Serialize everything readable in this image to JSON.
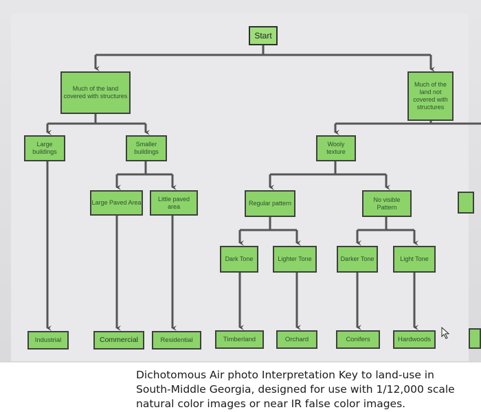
{
  "nodes": {
    "start": "Start",
    "much_covered": "Much of the land covered with structures",
    "much_not_covered": "Much of the land not covered with structures",
    "large_buildings": "Large buildings",
    "smaller_buildings": "Smaller buildings",
    "wooly_texture": "Wooly texture",
    "large_paved_area": "Large Paved Area",
    "little_paved_area": "Little paved area",
    "regular_pattern": "Regular pattern",
    "no_visible_pattern": "No visible Pattern",
    "dark_tone": "Dark Tone",
    "lighter_tone": "Lighter Tone",
    "darker_tone": "Darker Tone",
    "light_tone": "Light Tone",
    "industrial": "Industrial",
    "commercial": "Commercial",
    "residential": "Residential",
    "timberland": "Timberland",
    "orchard": "Orchard",
    "conifers": "Conifers",
    "hardwoods": "Hardwoods"
  },
  "caption": "Dichotomous Air photo Interpretation Key to land-use in South-Middle Georgia, designed for use with 1/12,000 scale natural color images or near IR false color images.",
  "colors": {
    "node_fill": "#8cd46a",
    "node_border": "#3f3f3f",
    "connector": "#555555"
  }
}
